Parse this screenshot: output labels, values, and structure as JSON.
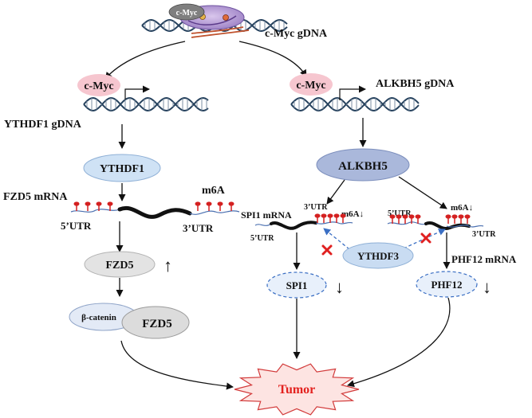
{
  "top": {
    "protein_label": "c-Myc",
    "gdna_label": "c-Myc gDNA"
  },
  "left_branch": {
    "cmyc_label": "c-Myc",
    "gdna_label": "YTHDF1 gDNA",
    "protein_label": "YTHDF1",
    "mrna_label": "FZD5 mRNA",
    "m6a_label": "m6A",
    "utr5_label": "5’UTR",
    "utr3_label": "3’UTR",
    "fzd5_label": "FZD5",
    "up_arrow": "↑",
    "catenin_label": "β-catenin",
    "complex_fzd5_label": "FZD5"
  },
  "right_branch": {
    "cmyc_label": "c-Myc",
    "gdna_label": "ALKBH5 gDNA",
    "protein_label": "ALKBH5",
    "spi1_mrna_label": "SPI1 mRNA",
    "spi1_utr3_label": "3’UTR",
    "spi1_m6a_label": "m6A↓",
    "spi1_utr5_label": "5’UTR",
    "phf12_utr5_label": "5’UTR",
    "phf12_m6a_label": "m6A↓",
    "phf12_utr3_label": "3’UTR",
    "phf12_mrna_label": "PHF12 mRNA",
    "reader_label": "YTHDF3",
    "spi1_label": "SPI1",
    "spi1_down": "↓",
    "phf12_label": "PHF12",
    "phf12_down": "↓"
  },
  "outcome": {
    "tumor_label": "Tumor"
  },
  "colors": {
    "cmyc_fill": "#f6c6cf",
    "ythdf1_fill": "#cfe2f5",
    "alkbh5_fill": "#aab8db",
    "fzd5_fill": "#e3e3e3",
    "ythdf3_fill": "#c9dcf2",
    "tumor_fill": "#fde4e2",
    "tumor_text": "#e3221f",
    "dna_strand": "#25415d",
    "rna_strand": "#111111",
    "m6a_mark": "#d42020",
    "cross_mark": "#e02020",
    "dashed_arrow": "#3b6fc4"
  }
}
